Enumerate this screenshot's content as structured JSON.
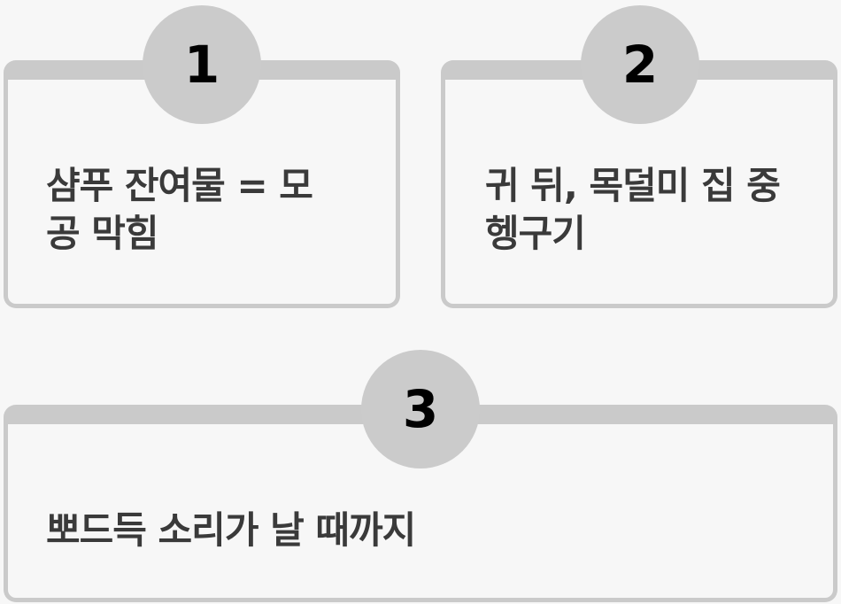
{
  "steps": [
    {
      "number": "1",
      "text": "샴푸 잔여물 = 모 공 막힘"
    },
    {
      "number": "2",
      "text": "귀 뒤, 목덜미 집 중 헹구기"
    },
    {
      "number": "3",
      "text": "뽀드득 소리가 날 때까지"
    }
  ],
  "colors": {
    "background": "#f7f7f7",
    "card_border": "#cacaca",
    "badge": "#cbcbcb",
    "text": "#3a3a3a",
    "number": "#000000"
  }
}
